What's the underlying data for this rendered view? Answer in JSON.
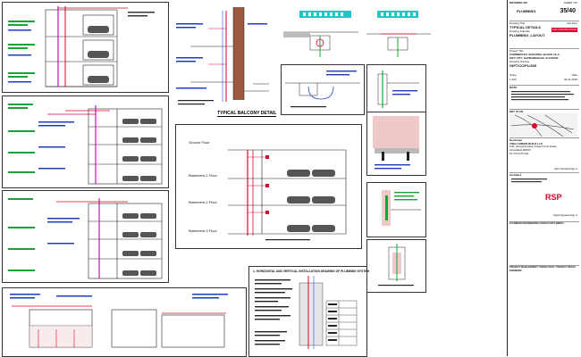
{
  "drawing_titles": {
    "balcony": "TYPICAL BALCONY DETAIL",
    "horizontal_vertical": "1. HORIZONTAL AND VERTICAL INSTALLATION DRAWING OF PLUMBING SYSTEM"
  },
  "floor_labels": {
    "ground": "Ground Floor",
    "basement1": "Basement-1 Floor",
    "basement2": "Basement-2 Floor",
    "basement3": "Basement-3 Floor"
  },
  "title_block": {
    "drawing_no_label": "DRAWING NO",
    "sheet_label": "SHEET NO",
    "discipline": "PLUMBING",
    "sheet_no": "35/40",
    "drawing_title_label": "Drawing Title",
    "drawing_title_1": "TYPICAL DETAILS",
    "sub_title_label": "Drawing Sub-title",
    "sub_title": "PLUMBING_LAYOUT",
    "revision_label": "Revision",
    "revision_badge": "FOR CONSTRUCTION",
    "project_label": "Project Title",
    "project_1": "COMMERCIAL BUILDING, BLOCK 13-A,",
    "project_2": "GIFT CITY, GANDHINAGAR, GUJARAT",
    "drawing_number_label": "Drawing Number",
    "drawing_number": "GIFT/CC/PL/335",
    "scale_label": "Scale",
    "scale": "1:100",
    "date_label": "Date",
    "date": "03.01.2018",
    "note_label": "NOTE",
    "key_plan_label": "KEY PLAN",
    "developer_label": "Developer",
    "developer_1": "VIRAJ GREEN BUILD LLP",
    "address_1": "1101, Vanrajsinhmahal, Ambject Cross Roads",
    "address_2": "Ahmedabad-380015",
    "address_3": "Ph: 079-4470 1111",
    "sign_label_1": "Client Signature/Sig. &",
    "architect_label": "Architect",
    "architect_brand": "RSP",
    "sign_label_2": "Digital Signature/Sig. &",
    "consultant_label": "PLUMBING ENGINEERING CONSULTANT (MEPF)",
    "structural_label_1": "PROJECT MANAGEMENT CONSULTANT / PROJECT DETAIL",
    "structural_label_2": "ENGINEER"
  },
  "colors": {
    "line": "#222222",
    "pipe_red": "#e0002a",
    "pipe_blue": "#2b4bd8",
    "pipe_magenta": "#d400d4",
    "pipe_green": "#16a535",
    "cyan": "#1fc7c7",
    "brick": "#8a3a1f"
  }
}
